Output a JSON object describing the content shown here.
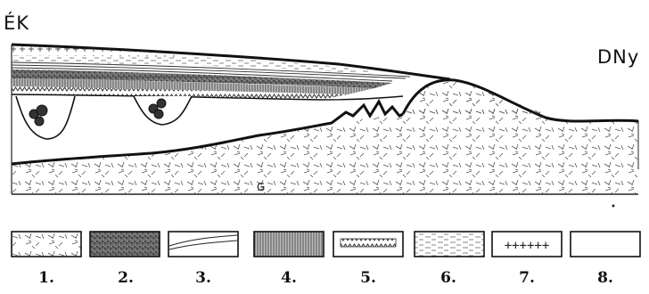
{
  "orientation": {
    "left": "ÉK",
    "right": "DNy"
  },
  "legend": {
    "items": [
      {
        "number": "1.",
        "pattern": "crystalline-basement"
      },
      {
        "number": "2.",
        "pattern": "dark-stippled"
      },
      {
        "number": "3.",
        "pattern": "curved-layers"
      },
      {
        "number": "4.",
        "pattern": "vertical-hatch"
      },
      {
        "number": "5.",
        "pattern": "zigzag-band"
      },
      {
        "number": "6.",
        "pattern": "horizontal-dashes"
      },
      {
        "number": "7.",
        "pattern": "plus-signs"
      },
      {
        "number": "8.",
        "pattern": "blank"
      }
    ]
  },
  "marks": {
    "small_glyph": "G"
  }
}
